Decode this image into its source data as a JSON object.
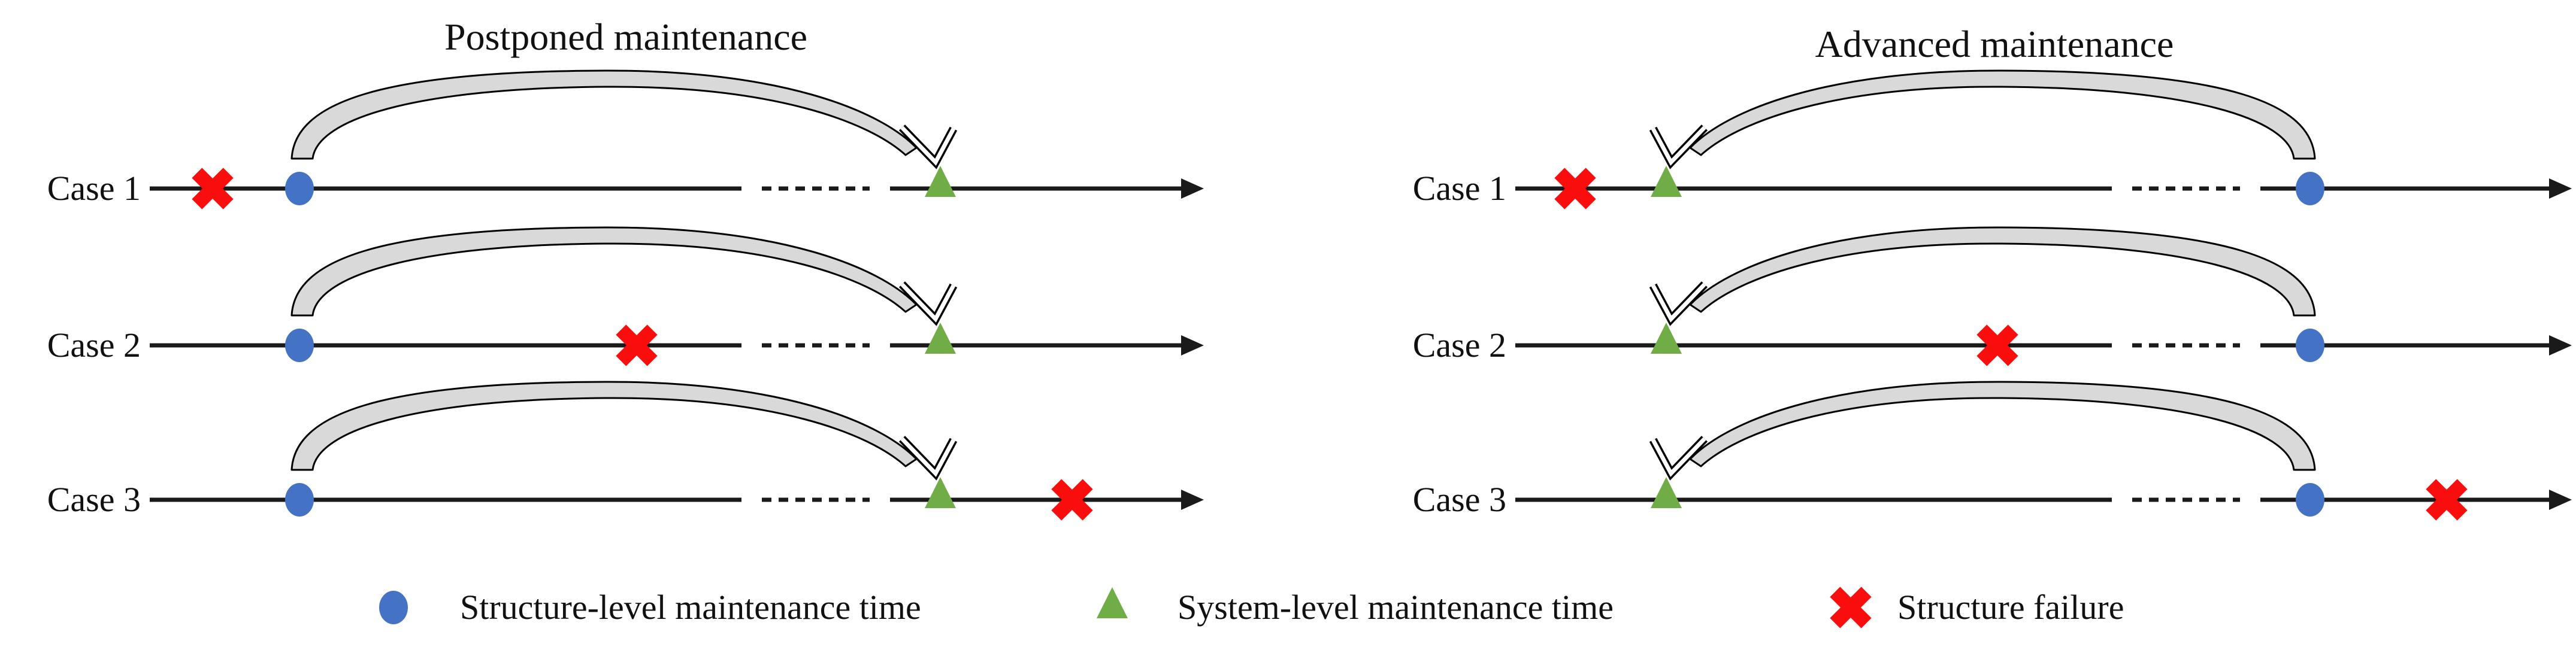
{
  "figure": {
    "left_diagram": {
      "title": "Postponed maintenance",
      "case_labels": [
        "Case 1",
        "Case 2",
        "Case 3"
      ]
    },
    "right_diagram": {
      "title": "Advanced maintenance",
      "case_labels": [
        "Case 1",
        "Case 2",
        "Case 3"
      ]
    },
    "legend": {
      "items": [
        {
          "icon": "blue-circle-icon",
          "label": "Structure-level maintenance time"
        },
        {
          "icon": "green-triangle-icon",
          "label": "System-level maintenance time"
        },
        {
          "icon": "red-cross-icon",
          "label": "Structure failure"
        }
      ]
    },
    "colors": {
      "structure_maintenance_blue": "#4472C4",
      "system_maintenance_green": "#70AD47",
      "failure_red": "#FA0D0D",
      "arrow_fill_gray": "#D9D9D9",
      "line_black": "#1A1A1A"
    }
  }
}
